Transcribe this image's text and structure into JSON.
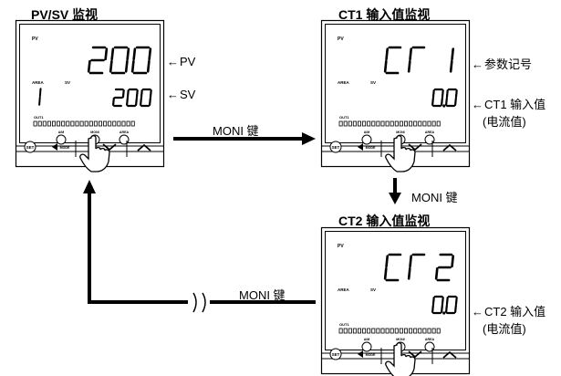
{
  "panels": [
    {
      "title": "PV/SV 监视",
      "pv_label": "PV",
      "main_value": "200",
      "area_label": "AREA",
      "area_value": "1",
      "sv_label": "SV",
      "sv_value": "200",
      "out_label": "OUT1",
      "buttons": [
        "A/M",
        "MONI",
        "AREA"
      ],
      "mode_label": "MODE",
      "set_label": "SET"
    },
    {
      "title": "CT1 输入值监视",
      "pv_label": "PV",
      "main_value": "CT 1",
      "area_label": "AREA",
      "sv_label": "SV",
      "sv_value": "0.0",
      "out_label": "OUT1",
      "buttons": [
        "A/M",
        "MONI",
        "AREA"
      ],
      "mode_label": "MODE",
      "set_label": "SET"
    },
    {
      "title": "CT2 输入值监视",
      "pv_label": "PV",
      "main_value": "CT2",
      "area_label": "AREA",
      "sv_label": "SV",
      "sv_value": "0.0",
      "out_label": "OUT1",
      "buttons": [
        "A/M",
        "MONI",
        "AREA"
      ],
      "mode_label": "MODE",
      "set_label": "SET"
    }
  ],
  "annotations": {
    "pv": "PV",
    "sv": "SV",
    "param": "参数记号",
    "ct1_value": "CT1 输入值",
    "ct2_value": "CT2 输入值",
    "current_value": "(电流值)"
  },
  "arrows": {
    "moni_key": "MONI 键"
  }
}
